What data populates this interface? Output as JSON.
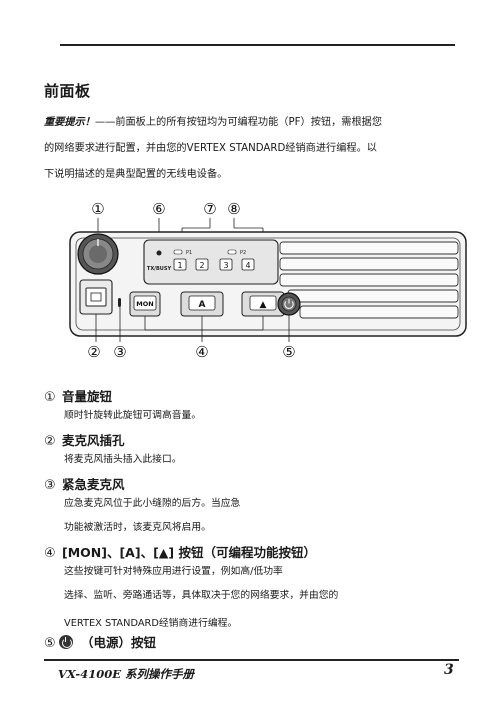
{
  "section_title": "前面板",
  "intro": {
    "important_label": "重要提示！",
    "line1": "——前面板上的所有按钮均为可编程功能（PF）按钮，需根据您",
    "line2": "的网络要求进行配置，并由您的VERTEX STANDARD经销商进行编程。以",
    "line3": "下说明描述的是典型配置的无线电设备。"
  },
  "diagram": {
    "callouts": [
      "①",
      "⑥",
      "⑦",
      "⑧",
      "②",
      "③",
      "④",
      "⑤"
    ],
    "indicator_p1": "P1",
    "indicator_p2": "P2",
    "tx_busy": "TX/BUSY",
    "keys": [
      "1",
      "2",
      "3",
      "4"
    ],
    "btn_mon": "MON",
    "btn_a": "A",
    "btn_up": "▲"
  },
  "items": [
    {
      "num": "①",
      "title": "音量旋钮",
      "desc": [
        "顺时针旋转此旋钮可调高音量。"
      ]
    },
    {
      "num": "②",
      "title": "麦克风插孔",
      "desc": [
        "将麦克风插头插入此接口。"
      ]
    },
    {
      "num": "③",
      "title": "紧急麦克风",
      "desc": [
        "应急麦克风位于此小缝隙的后方。当应急",
        "功能被激活时，该麦克风将启用。"
      ]
    },
    {
      "num": "④",
      "title": "[MON]、[A]、[▲] 按钮（可编程功能按钮）",
      "desc": [
        "这些按键可针对特殊应用进行设置，例如高/低功率",
        "选择、监听、旁路通话等，具体取决于您的网络要求，并由您的",
        "VERTEX STANDARD经销商进行编程。"
      ]
    },
    {
      "num": "⑤",
      "title": "（电源）按钮",
      "desc": []
    }
  ],
  "footer": {
    "manual_title": "VX-4100E 系列操作手册",
    "page_number": "3"
  }
}
